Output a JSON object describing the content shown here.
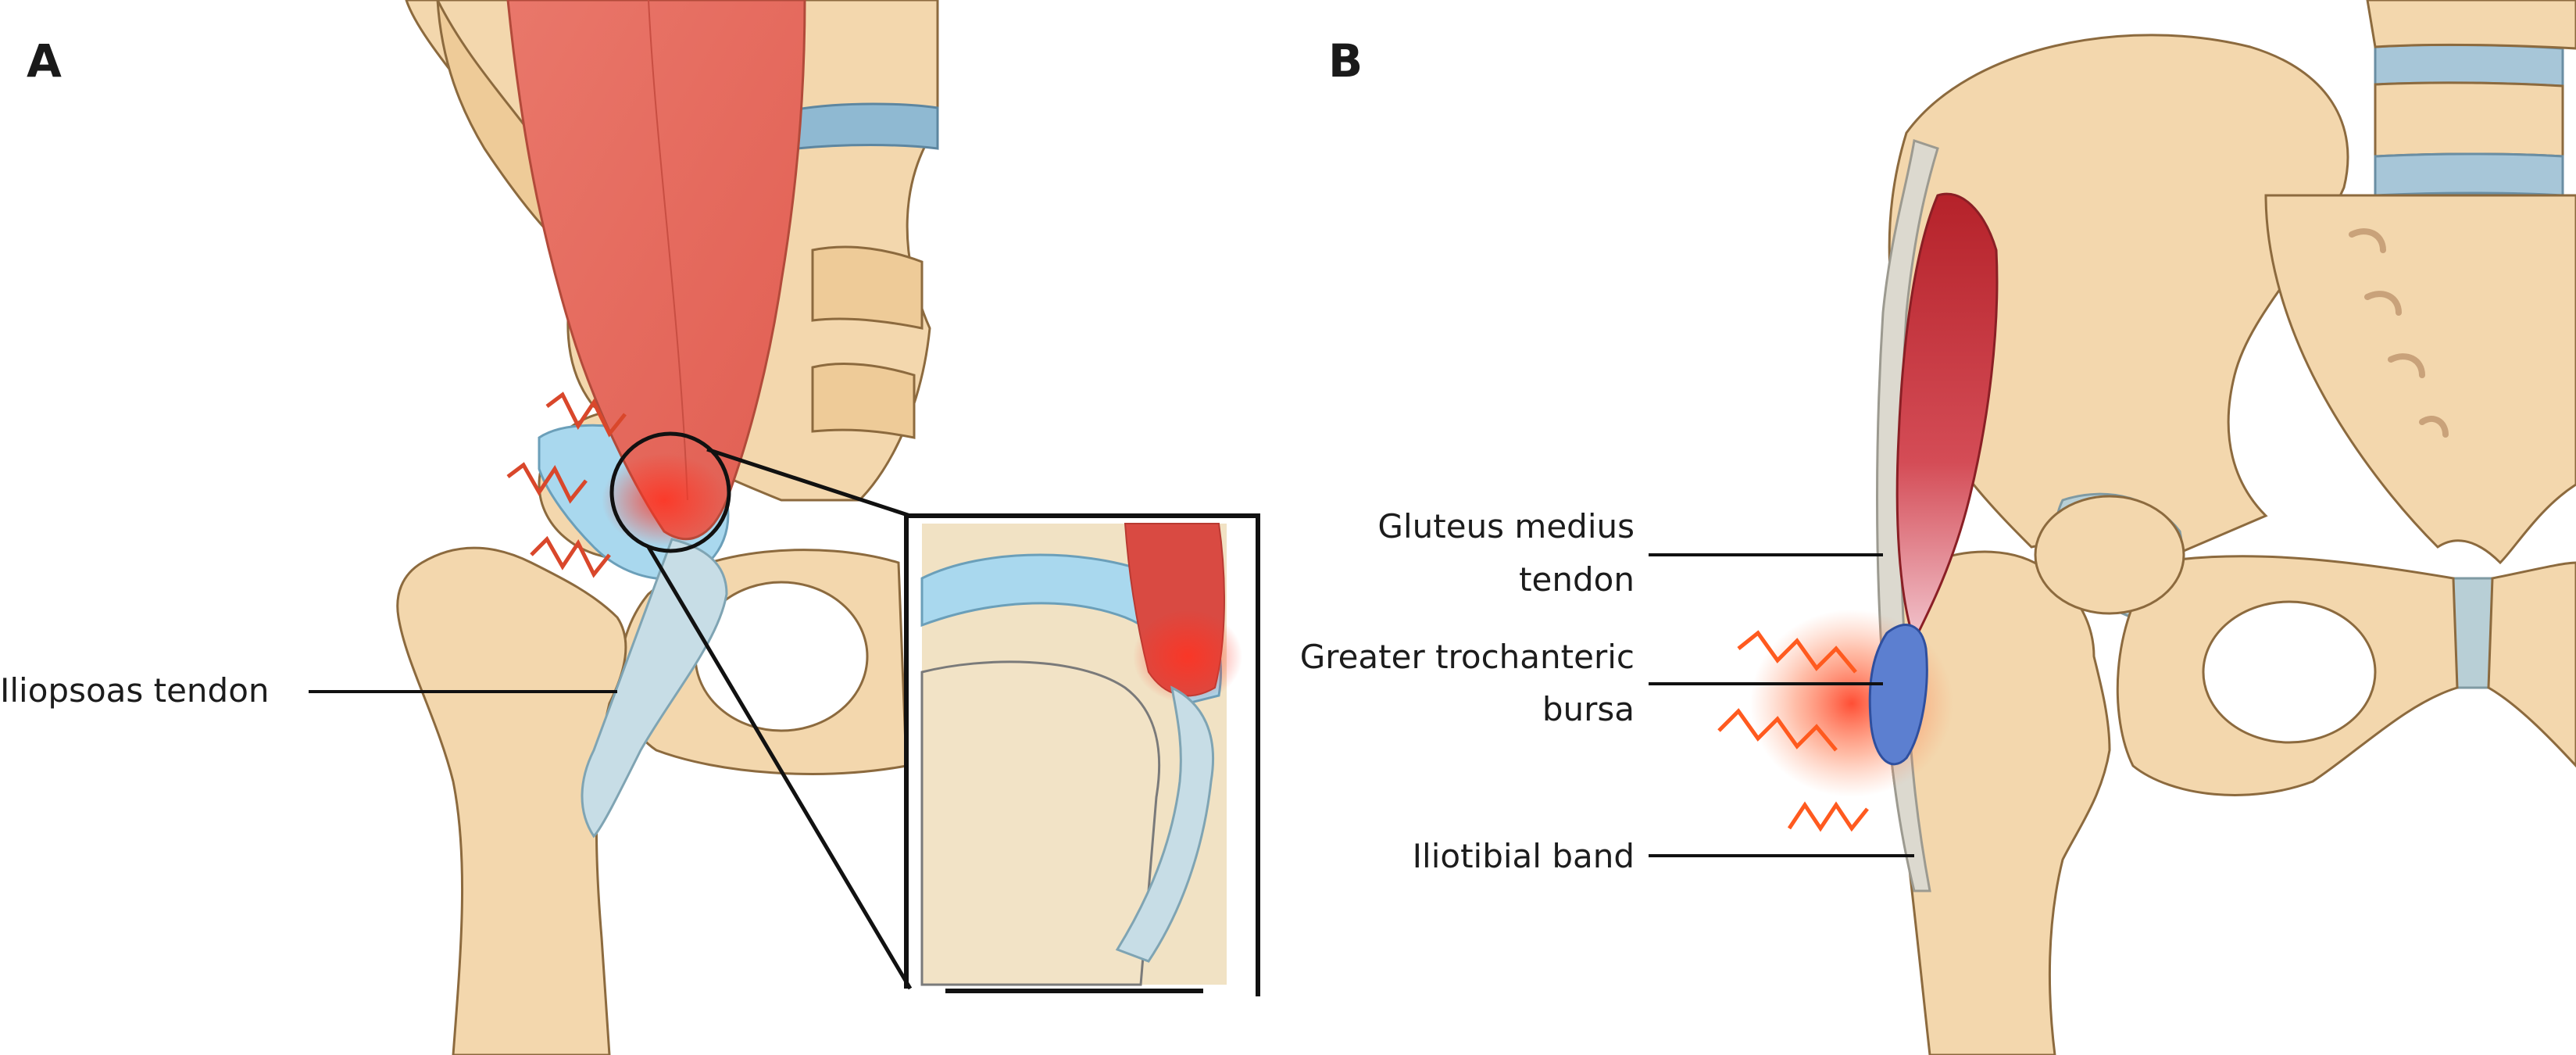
{
  "panels": [
    {
      "letter": "A",
      "labels": {
        "iliopsoas_tendon": "Iliopsoas tendon"
      }
    },
    {
      "letter": "B",
      "labels": {
        "gluteus_medius_line1": "Gluteus medius",
        "gluteus_medius_line2": "tendon",
        "greater_trochanteric_line1": "Greater trochanteric",
        "greater_trochanteric_line2": "bursa",
        "iliotibial_band": "Iliotibial band"
      }
    }
  ],
  "colors": {
    "bone": "#f3d7ad",
    "muscle": "#e4685a",
    "muscle_dark": "#b8262d",
    "cartilage": "#a9d8ee",
    "tendon": "#c7dde6",
    "inflammation": "#ff3b2a",
    "pain_lines": "#d9472b"
  }
}
